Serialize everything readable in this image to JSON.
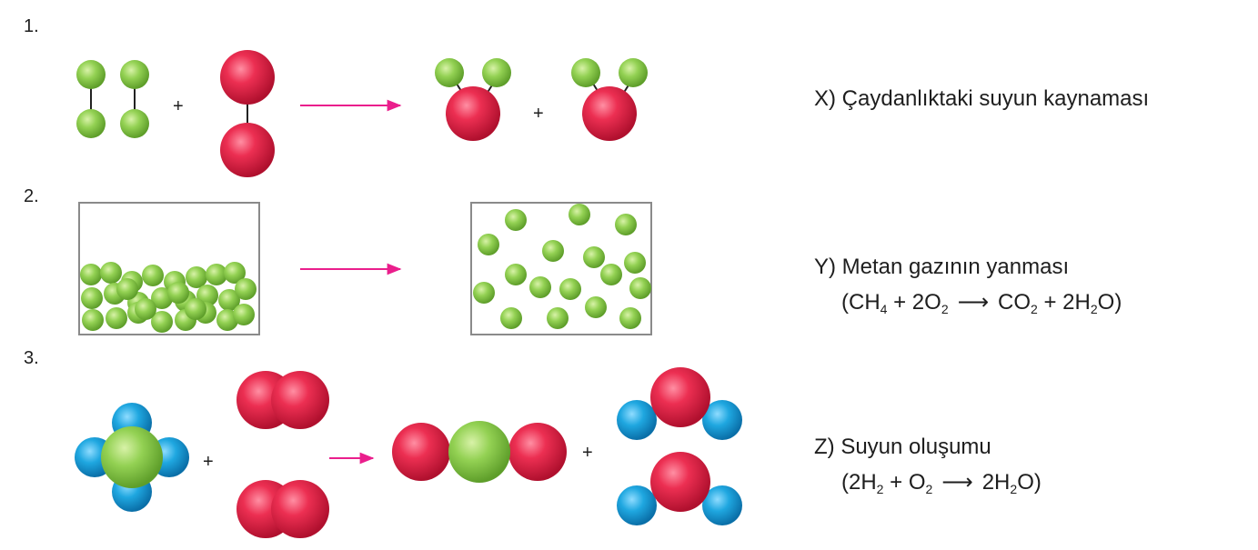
{
  "rows": [
    {
      "number": "1."
    },
    {
      "number": "2."
    },
    {
      "number": "3."
    }
  ],
  "operators": {
    "plus": "+"
  },
  "colors": {
    "green": "#8fd14f",
    "red": "#e8274a",
    "blue": "#1fa7e0",
    "arrow": "#ea1e8c",
    "box_border": "#8a8a8a"
  },
  "events": [
    {
      "label": "X) Çaydanlıktaki suyun kaynaması"
    },
    {
      "label": "Y) Metan gazının yanması",
      "equation": {
        "lhs": [
          "(CH",
          "4",
          " + 2O",
          "2"
        ],
        "arrow": "⟶",
        "rhs": [
          "CO",
          "2",
          " + 2H",
          "2",
          "O)"
        ]
      }
    },
    {
      "label": "Z) Suyun oluşumu",
      "equation": {
        "lhs": [
          "(2H",
          "2",
          " + O",
          "2"
        ],
        "arrow": "⟶",
        "rhs": [
          "2H",
          "2",
          "O)"
        ]
      }
    }
  ]
}
